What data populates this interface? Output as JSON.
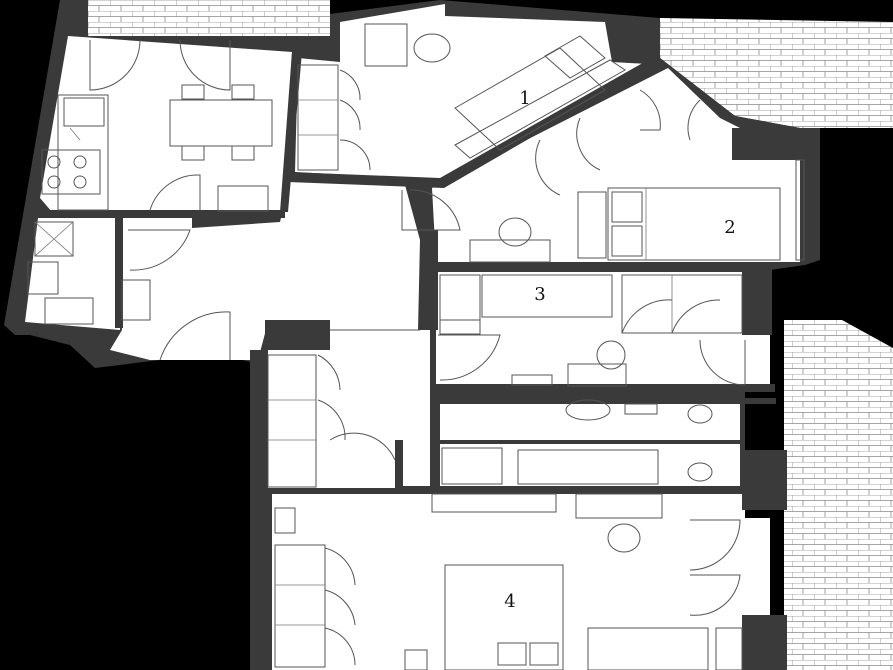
{
  "rooms": [
    {
      "id": "room-1",
      "label": "1"
    },
    {
      "id": "room-2",
      "label": "2"
    },
    {
      "id": "room-3",
      "label": "3"
    },
    {
      "id": "room-4",
      "label": "4"
    }
  ],
  "colors": {
    "background": "#000000",
    "wall": "#3a3a3a",
    "floor": "#ffffff",
    "line": "#555555",
    "brick": "#888888"
  },
  "icons": [
    "sink-icon",
    "toilet-icon",
    "bathtub-icon",
    "shower-icon",
    "stove-icon",
    "bed-icon",
    "chair-icon",
    "table-icon"
  ]
}
